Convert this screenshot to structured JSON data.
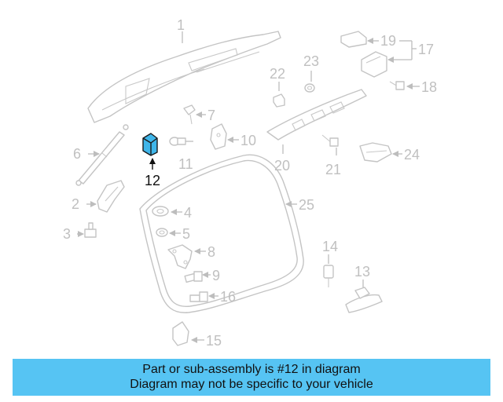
{
  "diagram": {
    "labels": {
      "p1": "1",
      "p2": "2",
      "p3": "3",
      "p4": "4",
      "p5": "5",
      "p6": "6",
      "p7": "7",
      "p8": "8",
      "p9": "9",
      "p10": "10",
      "p11": "11",
      "p12": "12",
      "p13": "13",
      "p14": "14",
      "p15": "15",
      "p16": "16",
      "p17": "17",
      "p18": "18",
      "p19": "19",
      "p20": "20",
      "p21": "21",
      "p22": "22",
      "p23": "23",
      "p24": "24",
      "p25": "25"
    },
    "highlighted_part": "12",
    "colors": {
      "highlight": "#3fb6ea",
      "banner": "#56c4f3",
      "part_outline": "#c4c4c4"
    }
  },
  "banner": {
    "line1": "Part or sub-assembly is #12 in diagram",
    "line2": "Diagram may not be specific to your vehicle"
  }
}
